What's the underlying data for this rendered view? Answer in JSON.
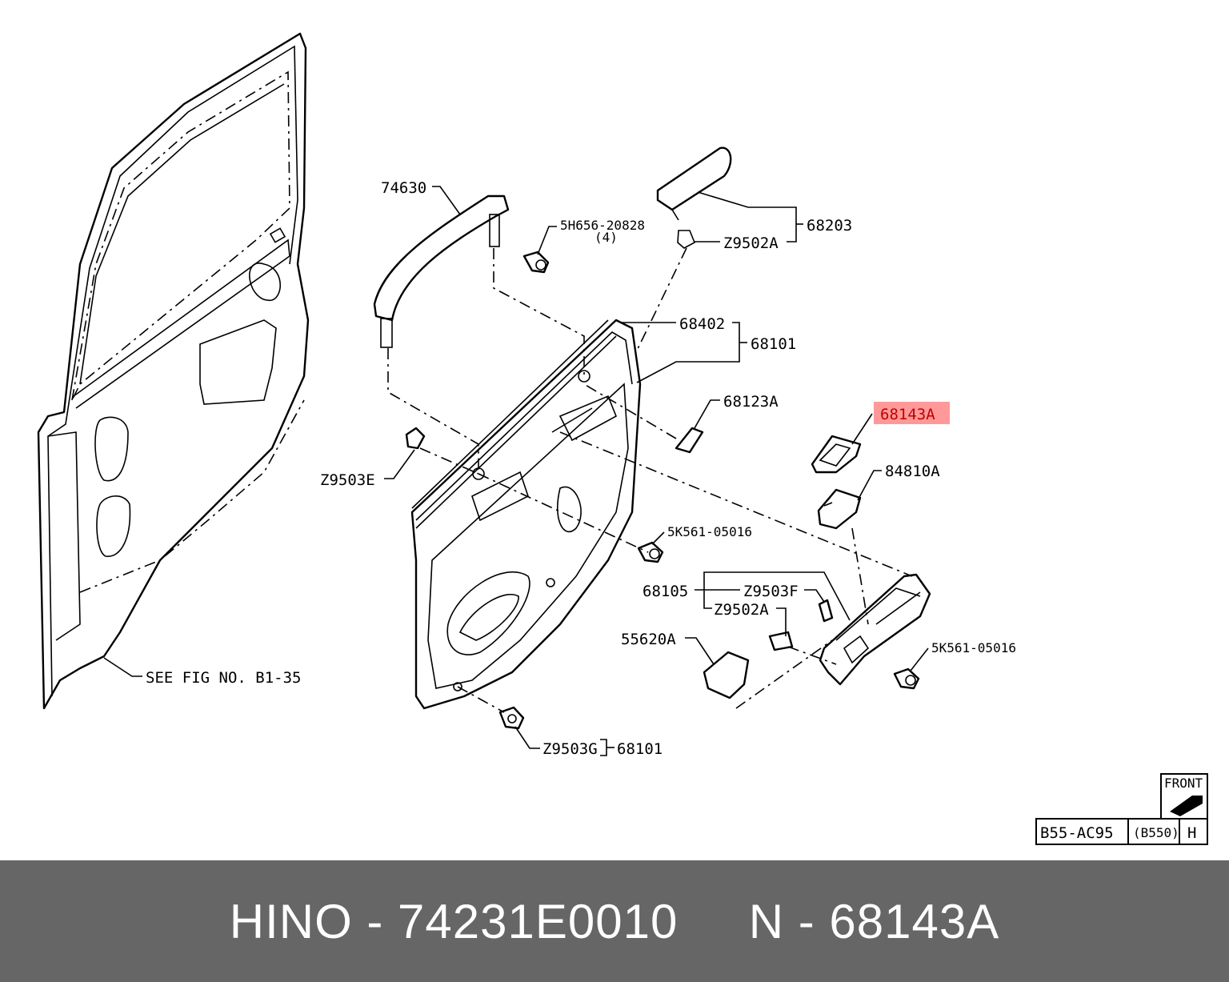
{
  "labels": {
    "l74630": "74630",
    "l5h656": "5H656-20828",
    "l5h656q": "(4)",
    "l68203": "68203",
    "lz9502a_top": "Z9502A",
    "l68402": "68402",
    "l68101": "68101",
    "l68123a": "68123A",
    "l68143a": "68143A",
    "l84810a": "84810A",
    "lz9503e": "Z9503E",
    "l5k561a": "5K561-05016",
    "l68105": "68105",
    "lz9503f": "Z9503F",
    "lz9502a_mid": "Z9502A",
    "l55620a": "55620A",
    "l5k561b": "5K561-05016",
    "lz9503g": "Z9503G",
    "l68101b": "68101",
    "lseefig": "SEE FIG NO. B1-35"
  },
  "stamp": {
    "front": "FRONT",
    "code": "B55-AC95",
    "sub": "(B550)",
    "h": "H"
  },
  "footer": {
    "text": "HINO - 74231E0010     N - 68143A"
  },
  "colors": {
    "highlight_fill": "#ff9999",
    "highlight_text": "#c00000",
    "footer_bg": "#666666"
  }
}
